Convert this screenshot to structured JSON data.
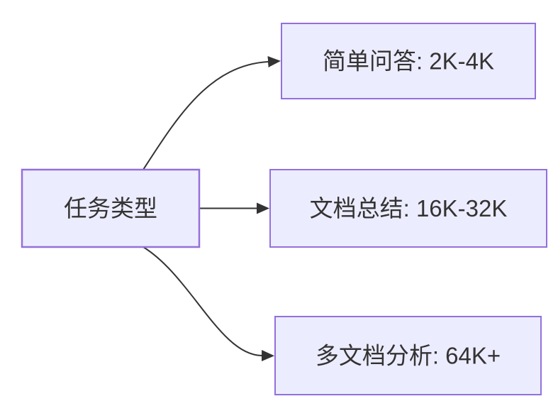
{
  "diagram": {
    "type": "flowchart",
    "direction": "left-to-right",
    "nodes": [
      {
        "id": "task-type",
        "label": "任务类型",
        "role": "root"
      },
      {
        "id": "simple-qa",
        "label": "简单问答: 2K-4K",
        "role": "branch"
      },
      {
        "id": "doc-summary",
        "label": "文档总结: 16K-32K",
        "role": "branch"
      },
      {
        "id": "multi-doc",
        "label": "多文档分析: 64K+",
        "role": "branch"
      }
    ],
    "edges": [
      {
        "from": "task-type",
        "to": "simple-qa",
        "arrow": "filled-triangle"
      },
      {
        "from": "task-type",
        "to": "doc-summary",
        "arrow": "filled-triangle"
      },
      {
        "from": "task-type",
        "to": "multi-doc",
        "arrow": "filled-triangle"
      }
    ]
  },
  "colors": {
    "node_fill": "#ECECFF",
    "node_border": "#9370DB",
    "edge_color": "#333333",
    "text_color": "#333333",
    "background": "#FFFFFF"
  }
}
